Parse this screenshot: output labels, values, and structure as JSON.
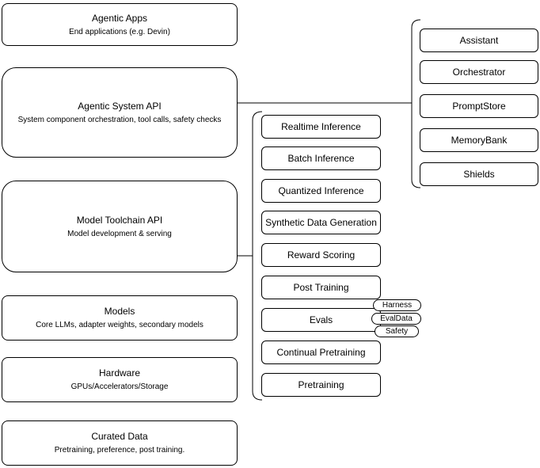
{
  "diagram": {
    "colors": {
      "stroke": "#000000",
      "fill": "#ffffff",
      "text": "#000000"
    },
    "left_stack": [
      {
        "title": "Agentic Apps",
        "subtitle": "End applications (e.g. Devin)"
      },
      {
        "title": "Agentic System API",
        "subtitle": "System component orchestration, tool calls, safety checks"
      },
      {
        "title": "Model Toolchain API",
        "subtitle": "Model development & serving"
      },
      {
        "title": "Models",
        "subtitle": "Core LLMs, adapter weights, secondary models"
      },
      {
        "title": "Hardware",
        "subtitle": "GPUs/Accelerators/Storage"
      },
      {
        "title": "Curated Data",
        "subtitle": "Pretraining, preference, post training."
      }
    ],
    "toolchain_items": [
      "Realtime Inference",
      "Batch Inference",
      "Quantized Inference",
      "Synthetic Data Generation",
      "Reward Scoring",
      "Post Training",
      "Evals",
      "Continual Pretraining",
      "Pretraining"
    ],
    "evals_tags": [
      "Harness",
      "EvalData",
      "Safety"
    ],
    "agentic_components": [
      "Assistant",
      "Orchestrator",
      "PromptStore",
      "MemoryBank",
      "Shields"
    ]
  }
}
